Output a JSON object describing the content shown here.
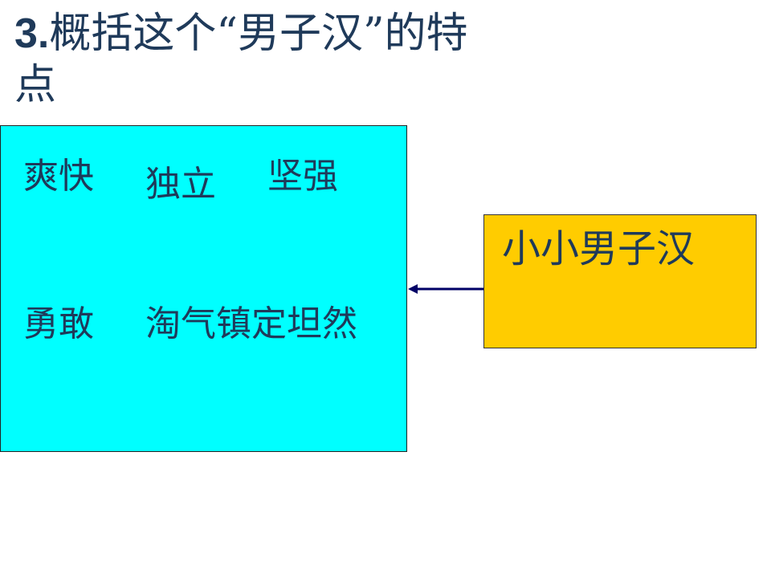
{
  "title": {
    "number": "3.",
    "line1": "概括这个“男子汉”的特",
    "line2": "点"
  },
  "traits": [
    "爽快",
    "独立",
    "坚强",
    "勇敢",
    "淘气镇定坦然"
  ],
  "target": {
    "label": "小小男子汉"
  },
  "colors": {
    "cyan_box": "#00ffff",
    "yellow_box": "#ffcc00",
    "text": "#1f3a5a",
    "arrow": "#000066"
  }
}
